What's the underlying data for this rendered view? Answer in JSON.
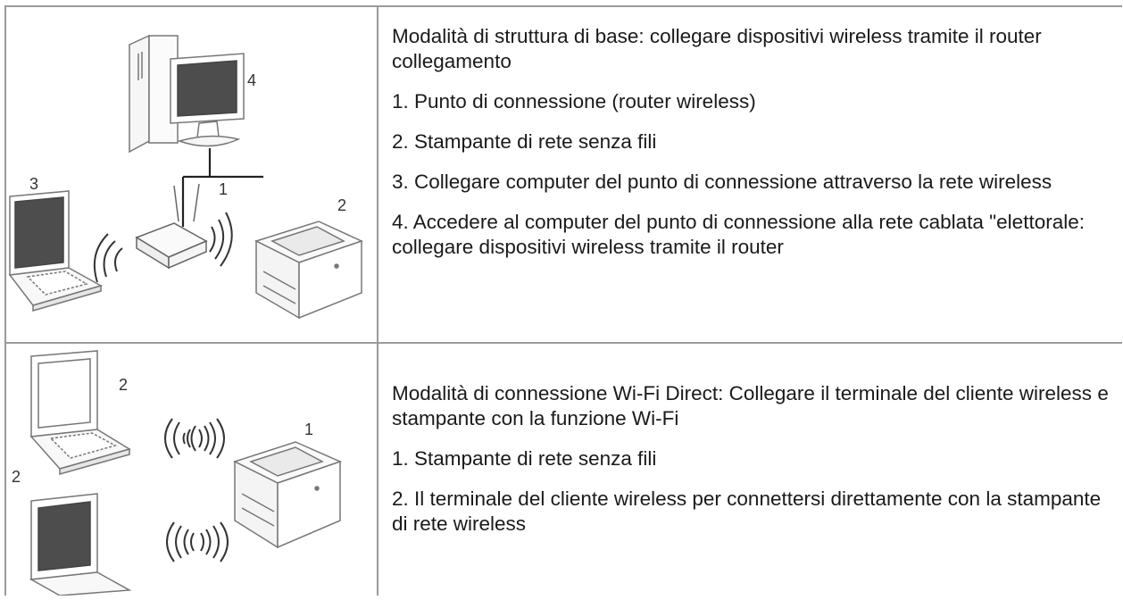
{
  "rows": [
    {
      "figure": {
        "callouts": [
          "4",
          "3",
          "1",
          "2"
        ]
      },
      "paragraphs": [
        "Modalità di struttura di base: collegare dispositivi wireless tramite il router collegamento",
        "1. Punto di connessione (router wireless)",
        "2. Stampante di rete senza fili",
        "3. Collegare computer del punto di connessione attraverso la rete wireless",
        "4. Accedere al computer del punto di connessione alla rete cablata \"elettorale: collegare dispositivi wireless tramite il router"
      ]
    },
    {
      "figure": {
        "callouts": [
          "2",
          "1",
          "2"
        ]
      },
      "paragraphs": [
        "Modalità di connessione Wi-Fi Direct: Collegare il terminale del cliente wireless e stampante con la funzione Wi-Fi",
        "1. Stampante di rete senza fili",
        "2. Il terminale del cliente wireless per connettersi direttamente con la stampante di rete wireless"
      ]
    }
  ]
}
